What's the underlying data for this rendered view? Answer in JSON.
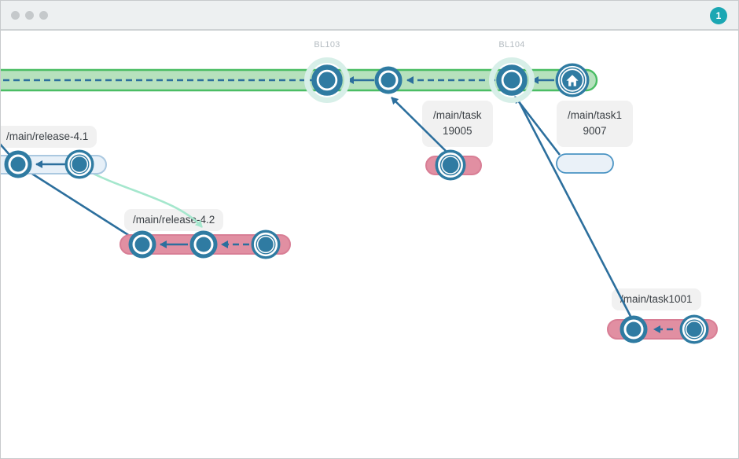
{
  "titlebar": {
    "badge_count": "1"
  },
  "colors": {
    "titlebar_bg": "#edf0f1",
    "dot_gray": "#c5c9cb",
    "badge_teal": "#1ba7b3",
    "node_blue": "#2f7ba2",
    "edge_blue": "#2c6f9d",
    "green_fill": "#b6e1bd",
    "green_stroke": "#4abd64",
    "pink_fill": "#e18fa2",
    "pink_stroke": "#d87e95",
    "lightblue_fill": "#e7f0f8",
    "lightblue_stroke": "#aac8e0",
    "capsule_fill": "#eaf1f8",
    "capsule_stroke": "#4b94c4",
    "halo": "#d7efe8",
    "mint": "#a5e7cd",
    "pill_bg": "#f1f1f1",
    "pill_text": "#3b4045",
    "baseline_text": "#b5bcc2"
  },
  "graph": {
    "baseline_labels": {
      "bl103": "BL103",
      "bl104": "BL104"
    },
    "branch_labels": {
      "release41": {
        "line1": "/main/release-4.1"
      },
      "release42": {
        "line1": "/main/release-4.2"
      },
      "task19005": {
        "line1": "/main/task",
        "line2": "19005"
      },
      "task9007": {
        "line1": "/main/task1",
        "line2": "9007"
      },
      "task1001": {
        "line1": "/main/task1001"
      }
    }
  }
}
